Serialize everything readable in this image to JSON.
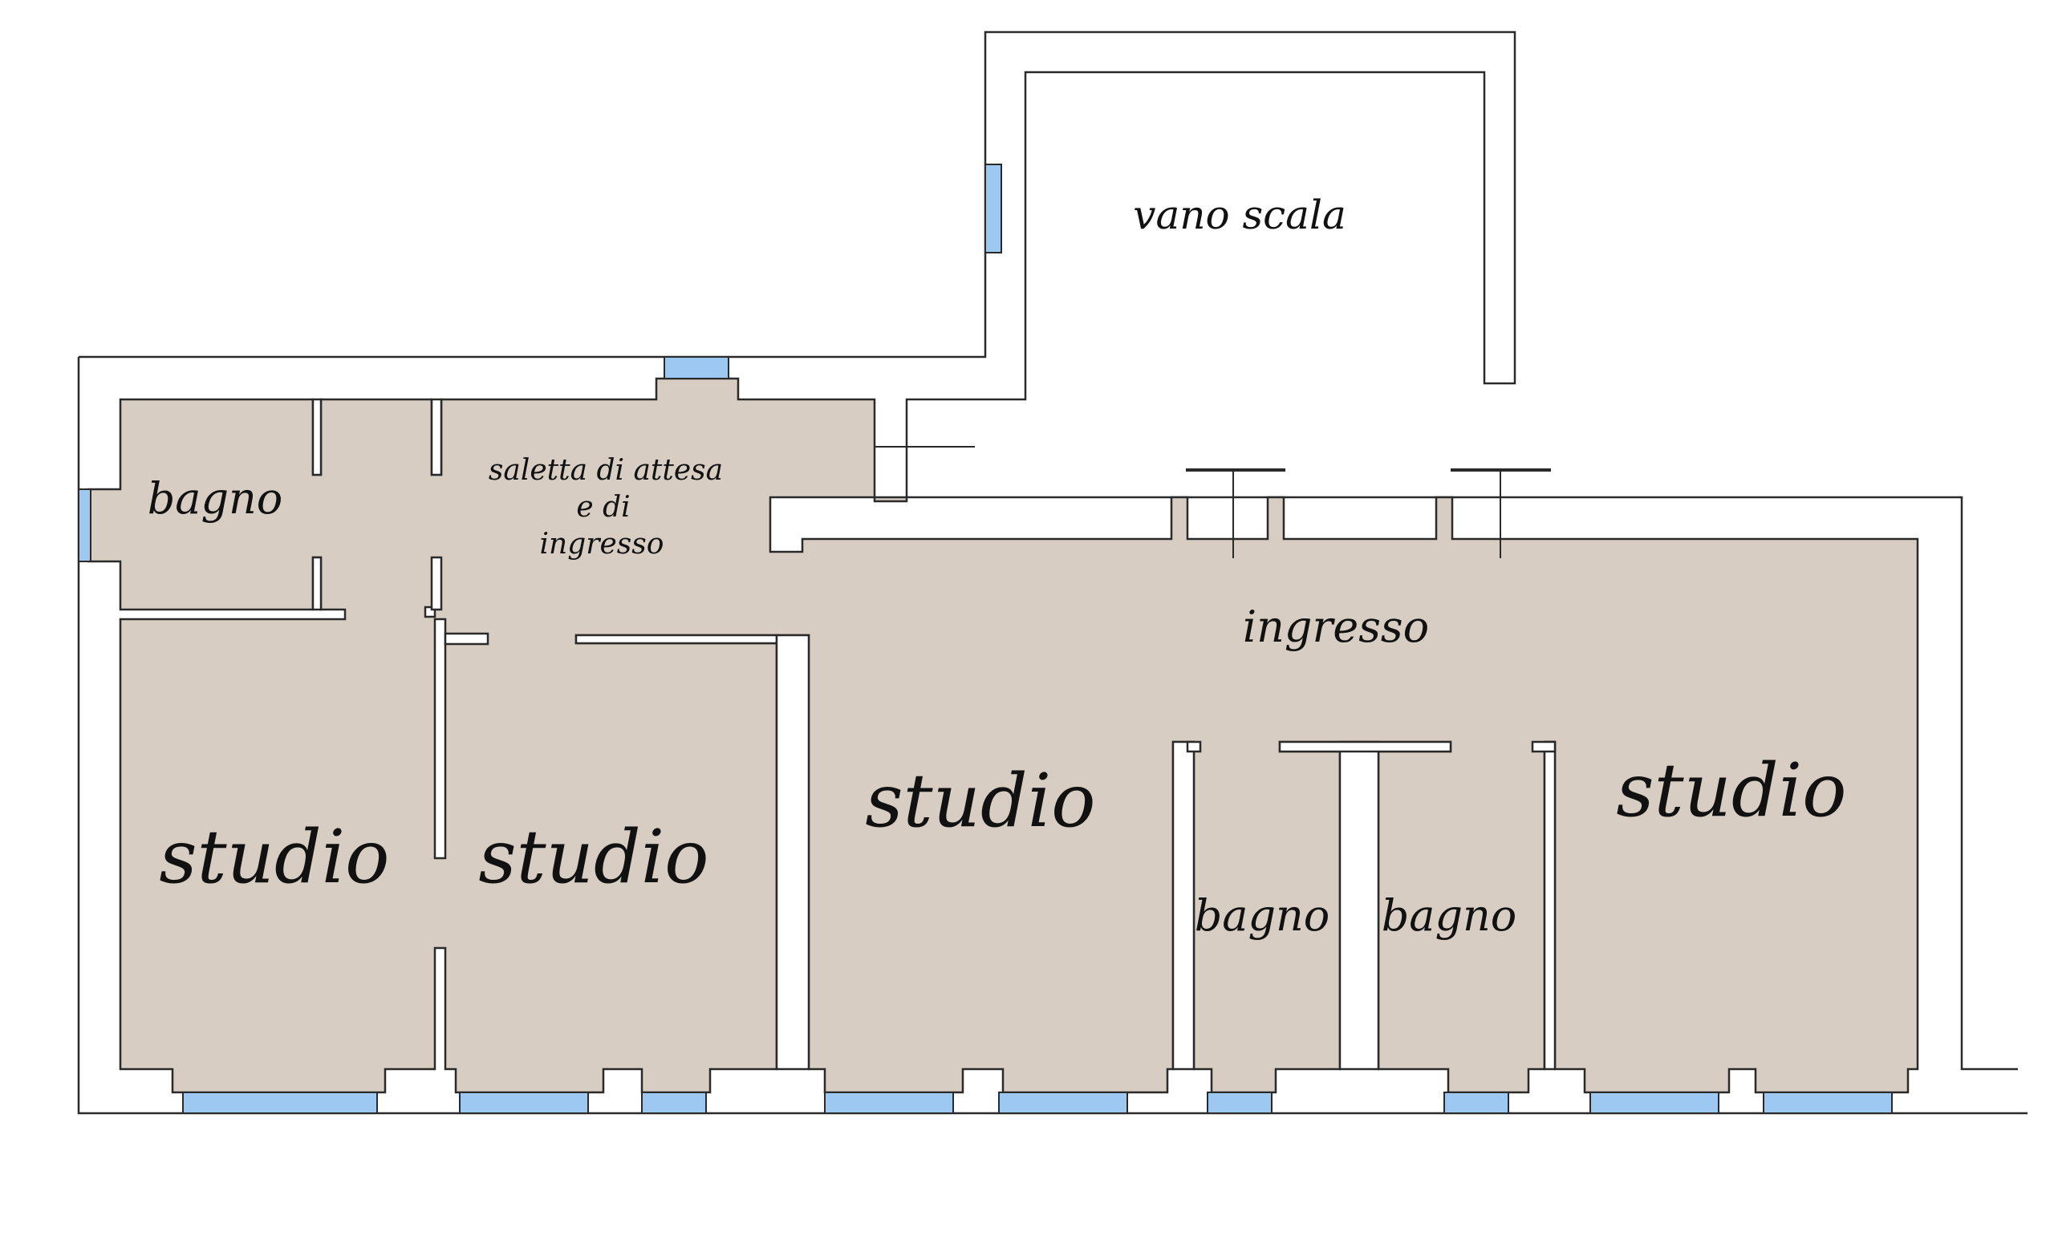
{
  "colors": {
    "background": "#ffffff",
    "floor": "#d8cdc2",
    "wall_line": "#2a2a2a",
    "window": "#9cc8f2"
  },
  "labels": {
    "vano_scala": "vano scala",
    "bagno_nw": "bagno",
    "saletta_line1": "saletta di attesa",
    "saletta_line2": "e di",
    "saletta_line3": "ingresso",
    "ingresso": "ingresso",
    "studio_1": "studio",
    "studio_2": "studio",
    "studio_3": "studio",
    "studio_4": "studio",
    "bagno_1": "bagno",
    "bagno_2": "bagno"
  }
}
